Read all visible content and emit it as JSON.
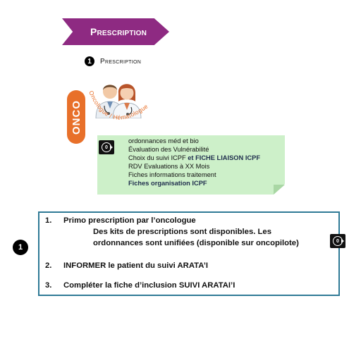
{
  "banner": {
    "label": "Prescription"
  },
  "step": {
    "number": "1",
    "label": "Prescription"
  },
  "onco": {
    "label": "ONCO",
    "role_label": "Oncologue / Hématologue"
  },
  "note": {
    "badge": "0",
    "lines": [
      {
        "parts": [
          "ordonnances méd et bio"
        ]
      },
      {
        "parts": [
          "Évaluation  des Vulnérabilité"
        ]
      },
      {
        "parts": [
          "Choix du suivi ICPF ",
          "et FICHE LIAISON ICPF"
        ]
      },
      {
        "parts": [
          "RDV Evaluations  à XX Mois"
        ]
      },
      {
        "parts": [
          "Fiches informations traitement"
        ]
      },
      {
        "parts": [
          "Fiches organisation  ICPF"
        ]
      }
    ]
  },
  "main": {
    "side_number": "1",
    "badge": "0",
    "items": [
      {
        "num": "1.",
        "text": "Primo prescription par l’oncologue"
      },
      {
        "num": "2.",
        "text": "INFORMER le patient du suivi ARATA’I"
      },
      {
        "num": "3.",
        "text": "Compléter la fiche d’inclusion SUIVI ARATAI’I"
      }
    ],
    "sub_lines": [
      "Des kits de prescriptions sont disponibles. Les",
      "ordonnances sont unifiées (disponible sur oncopilote)"
    ]
  },
  "colors": {
    "banner": "#8e2a82",
    "onco": "#e8702a",
    "note": "#cdf0c9",
    "box_border": "#2f7a96"
  }
}
